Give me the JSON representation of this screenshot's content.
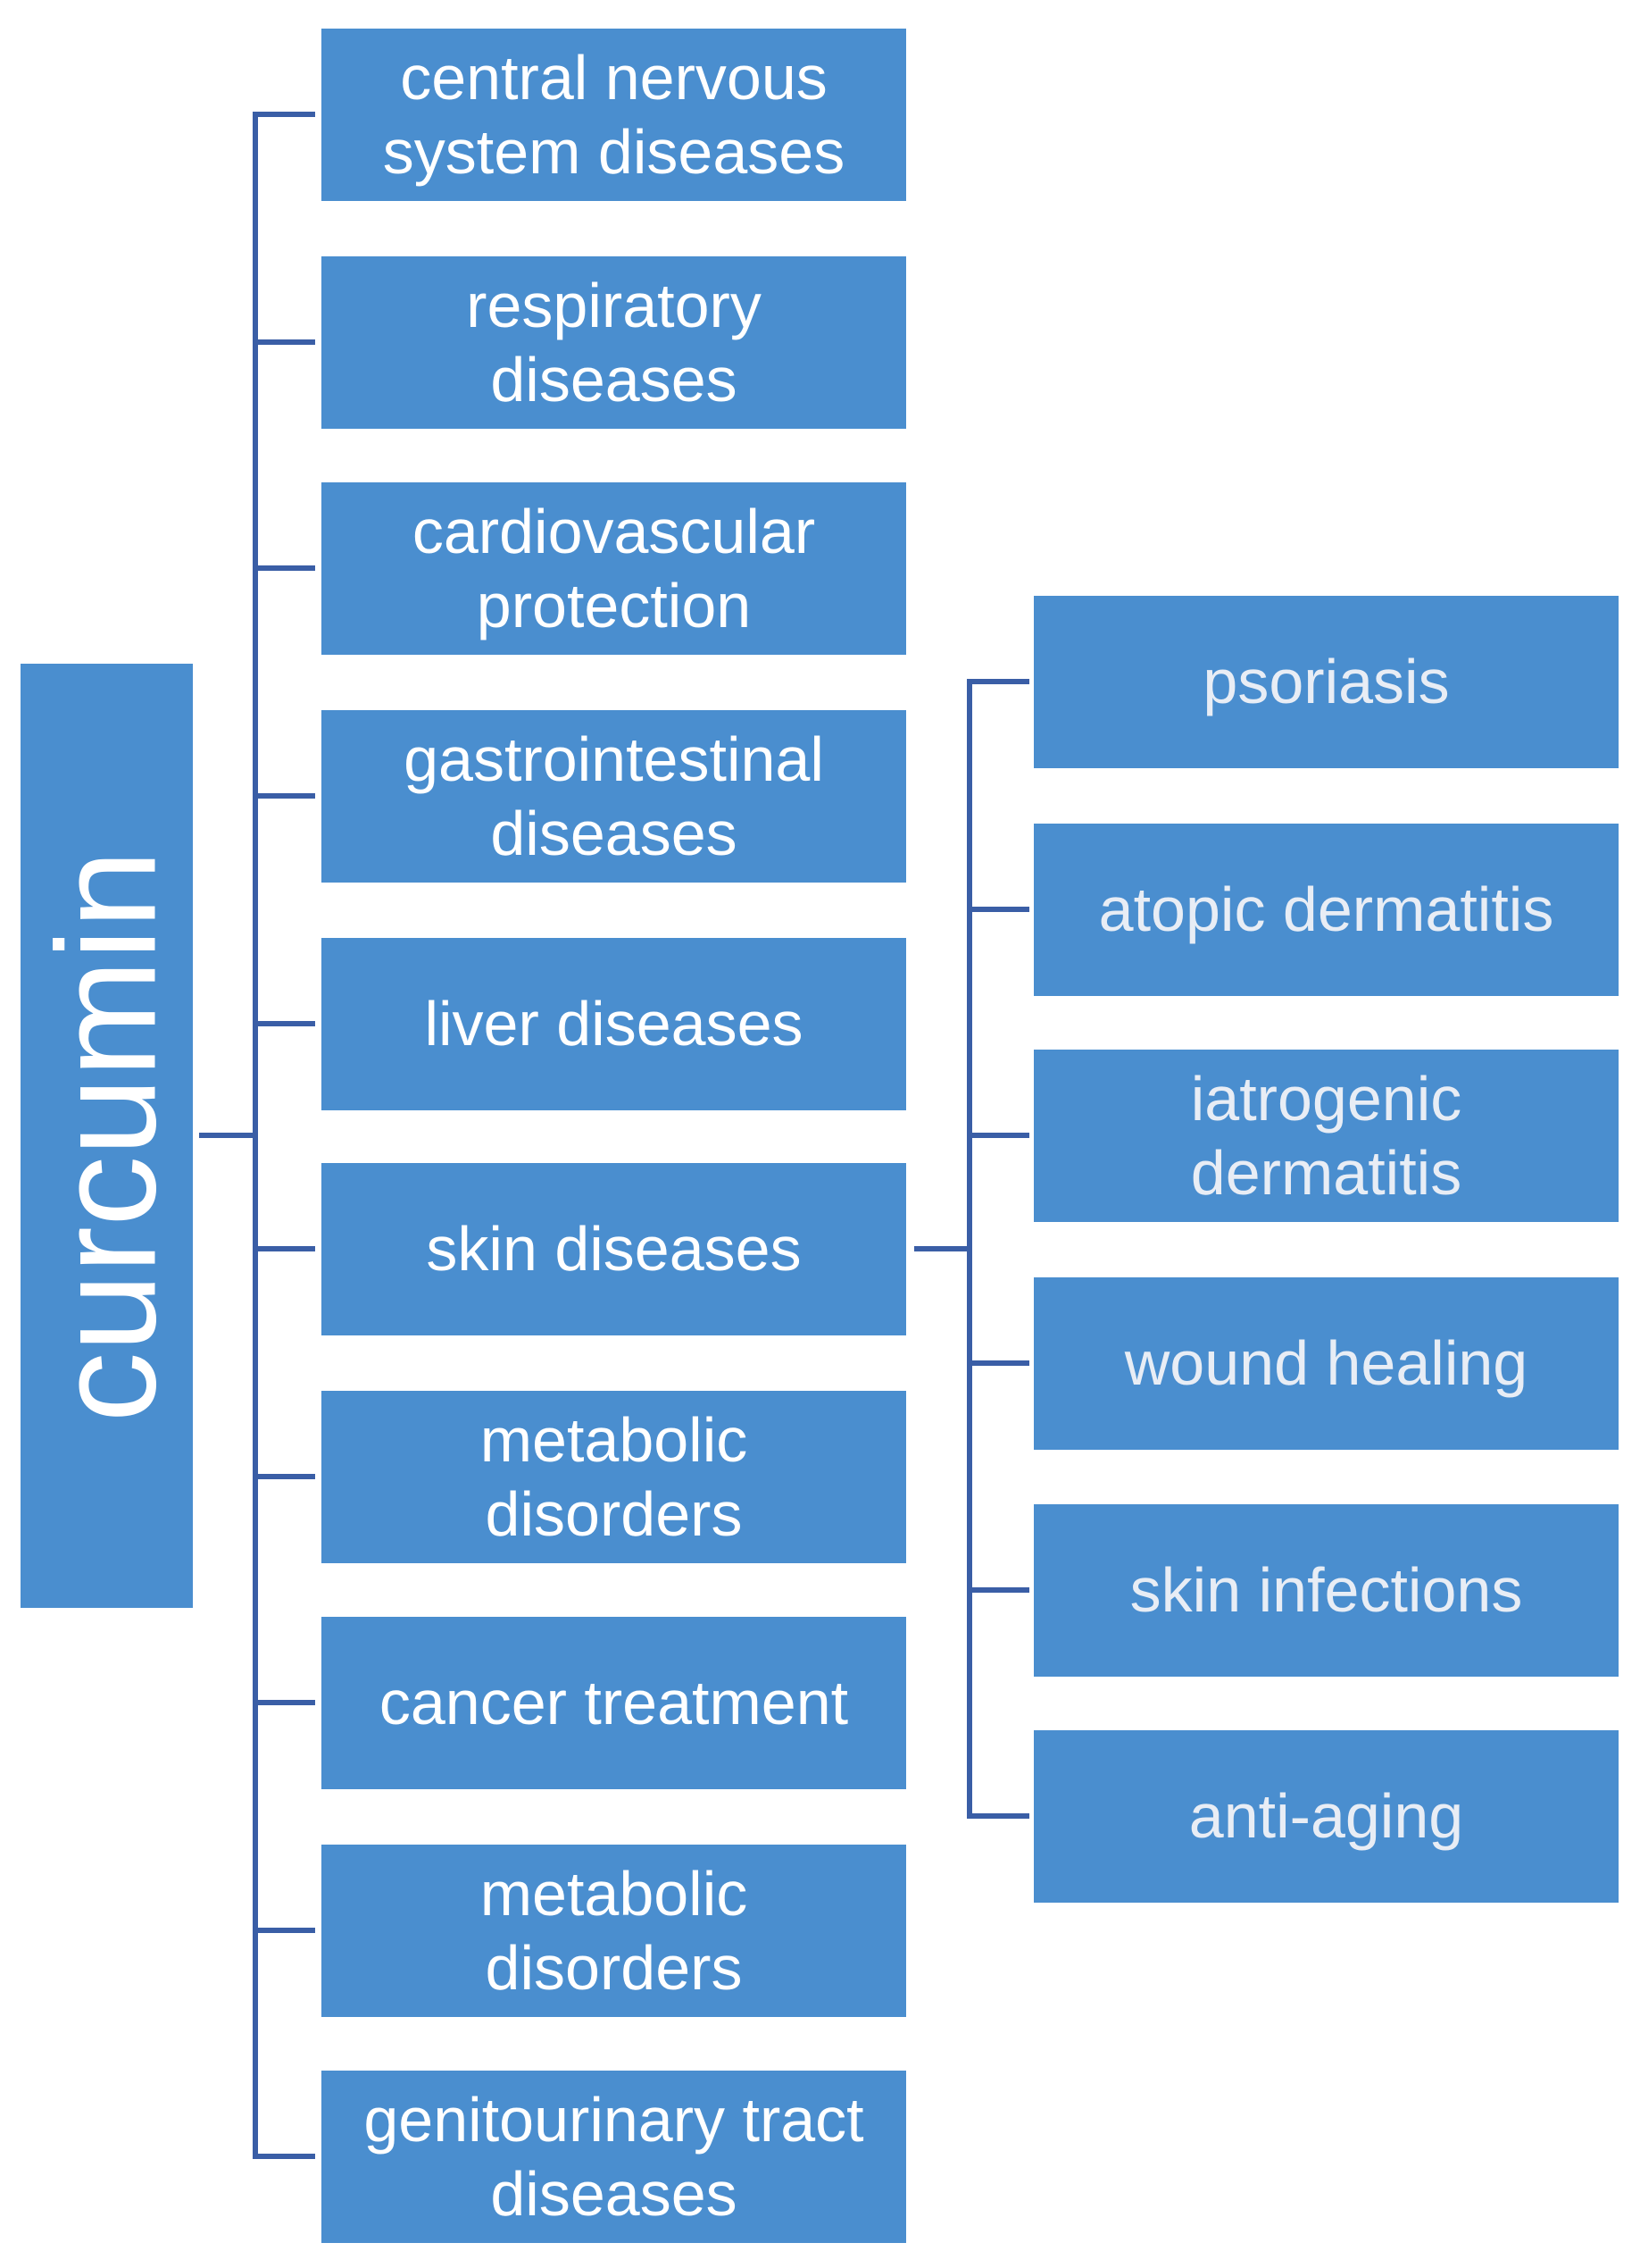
{
  "root": {
    "label": "curcumin"
  },
  "categories": [
    {
      "label": "central nervous system diseases"
    },
    {
      "label": "respiratory diseases"
    },
    {
      "label": "cardiovascular protection"
    },
    {
      "label": "gastrointestinal diseases"
    },
    {
      "label": "liver diseases"
    },
    {
      "label": "skin diseases"
    },
    {
      "label": "metabolic disorders"
    },
    {
      "label": "cancer treatment"
    },
    {
      "label": "metabolic disorders"
    },
    {
      "label": "genitourinary tract diseases"
    }
  ],
  "skin_subcategories": [
    {
      "label": "psoriasis"
    },
    {
      "label": "atopic dermatitis"
    },
    {
      "label": "iatrogenic dermatitis"
    },
    {
      "label": "wound healing"
    },
    {
      "label": "skin infections"
    },
    {
      "label": "anti-aging"
    }
  ],
  "colors": {
    "box_fill": "#4a8ecf",
    "connector": "#3a5ea6",
    "root_text": "#ffffff",
    "category_text": "#ffffff",
    "subcategory_text": "#e8edf5"
  }
}
